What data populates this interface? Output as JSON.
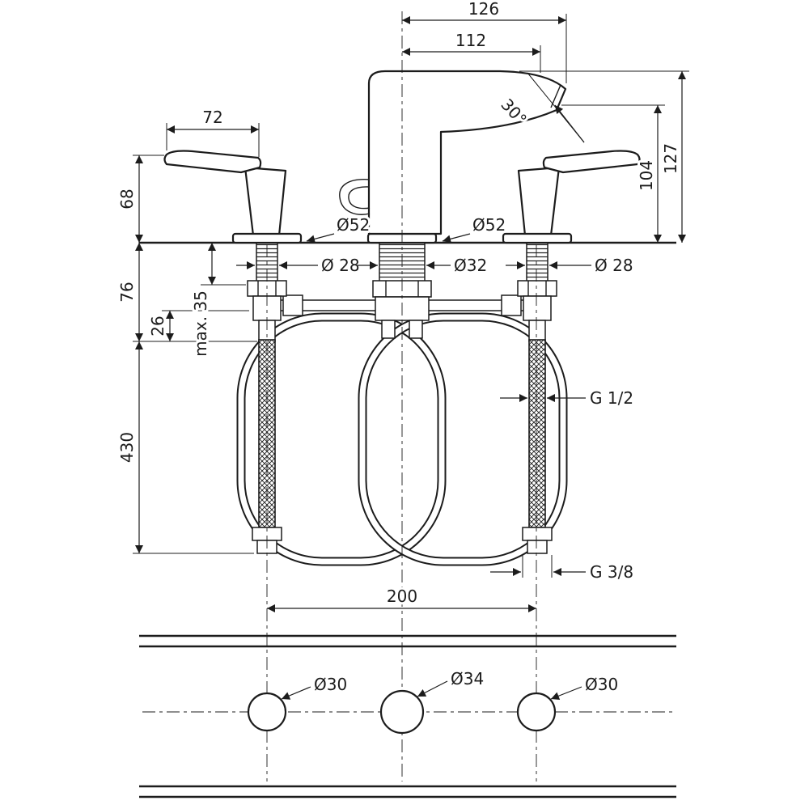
{
  "front_view": {
    "dims": {
      "spout_reach_total": "126",
      "spout_reach": "112",
      "handle_width": "72",
      "handle_height": "68",
      "below_deck_depth": "76",
      "valve_offset": "26",
      "hose_length": "430",
      "height_total": "127",
      "spout_height": "104",
      "spout_angle": "30°",
      "escutcheon_left_dia": "Ø52",
      "escutcheon_center_dia": "Ø52",
      "shank_left_dia": "Ø 28",
      "shank_center_dia": "Ø32",
      "shank_right_dia": "Ø 28",
      "max_deck_thickness": "max. 35",
      "inlet_thread": "G 1/2",
      "supply_thread": "G 3/8",
      "hole_spacing": "200"
    }
  },
  "plan_view": {
    "hole_left_dia": "Ø30",
    "hole_center_dia": "Ø34",
    "hole_right_dia": "Ø30"
  }
}
